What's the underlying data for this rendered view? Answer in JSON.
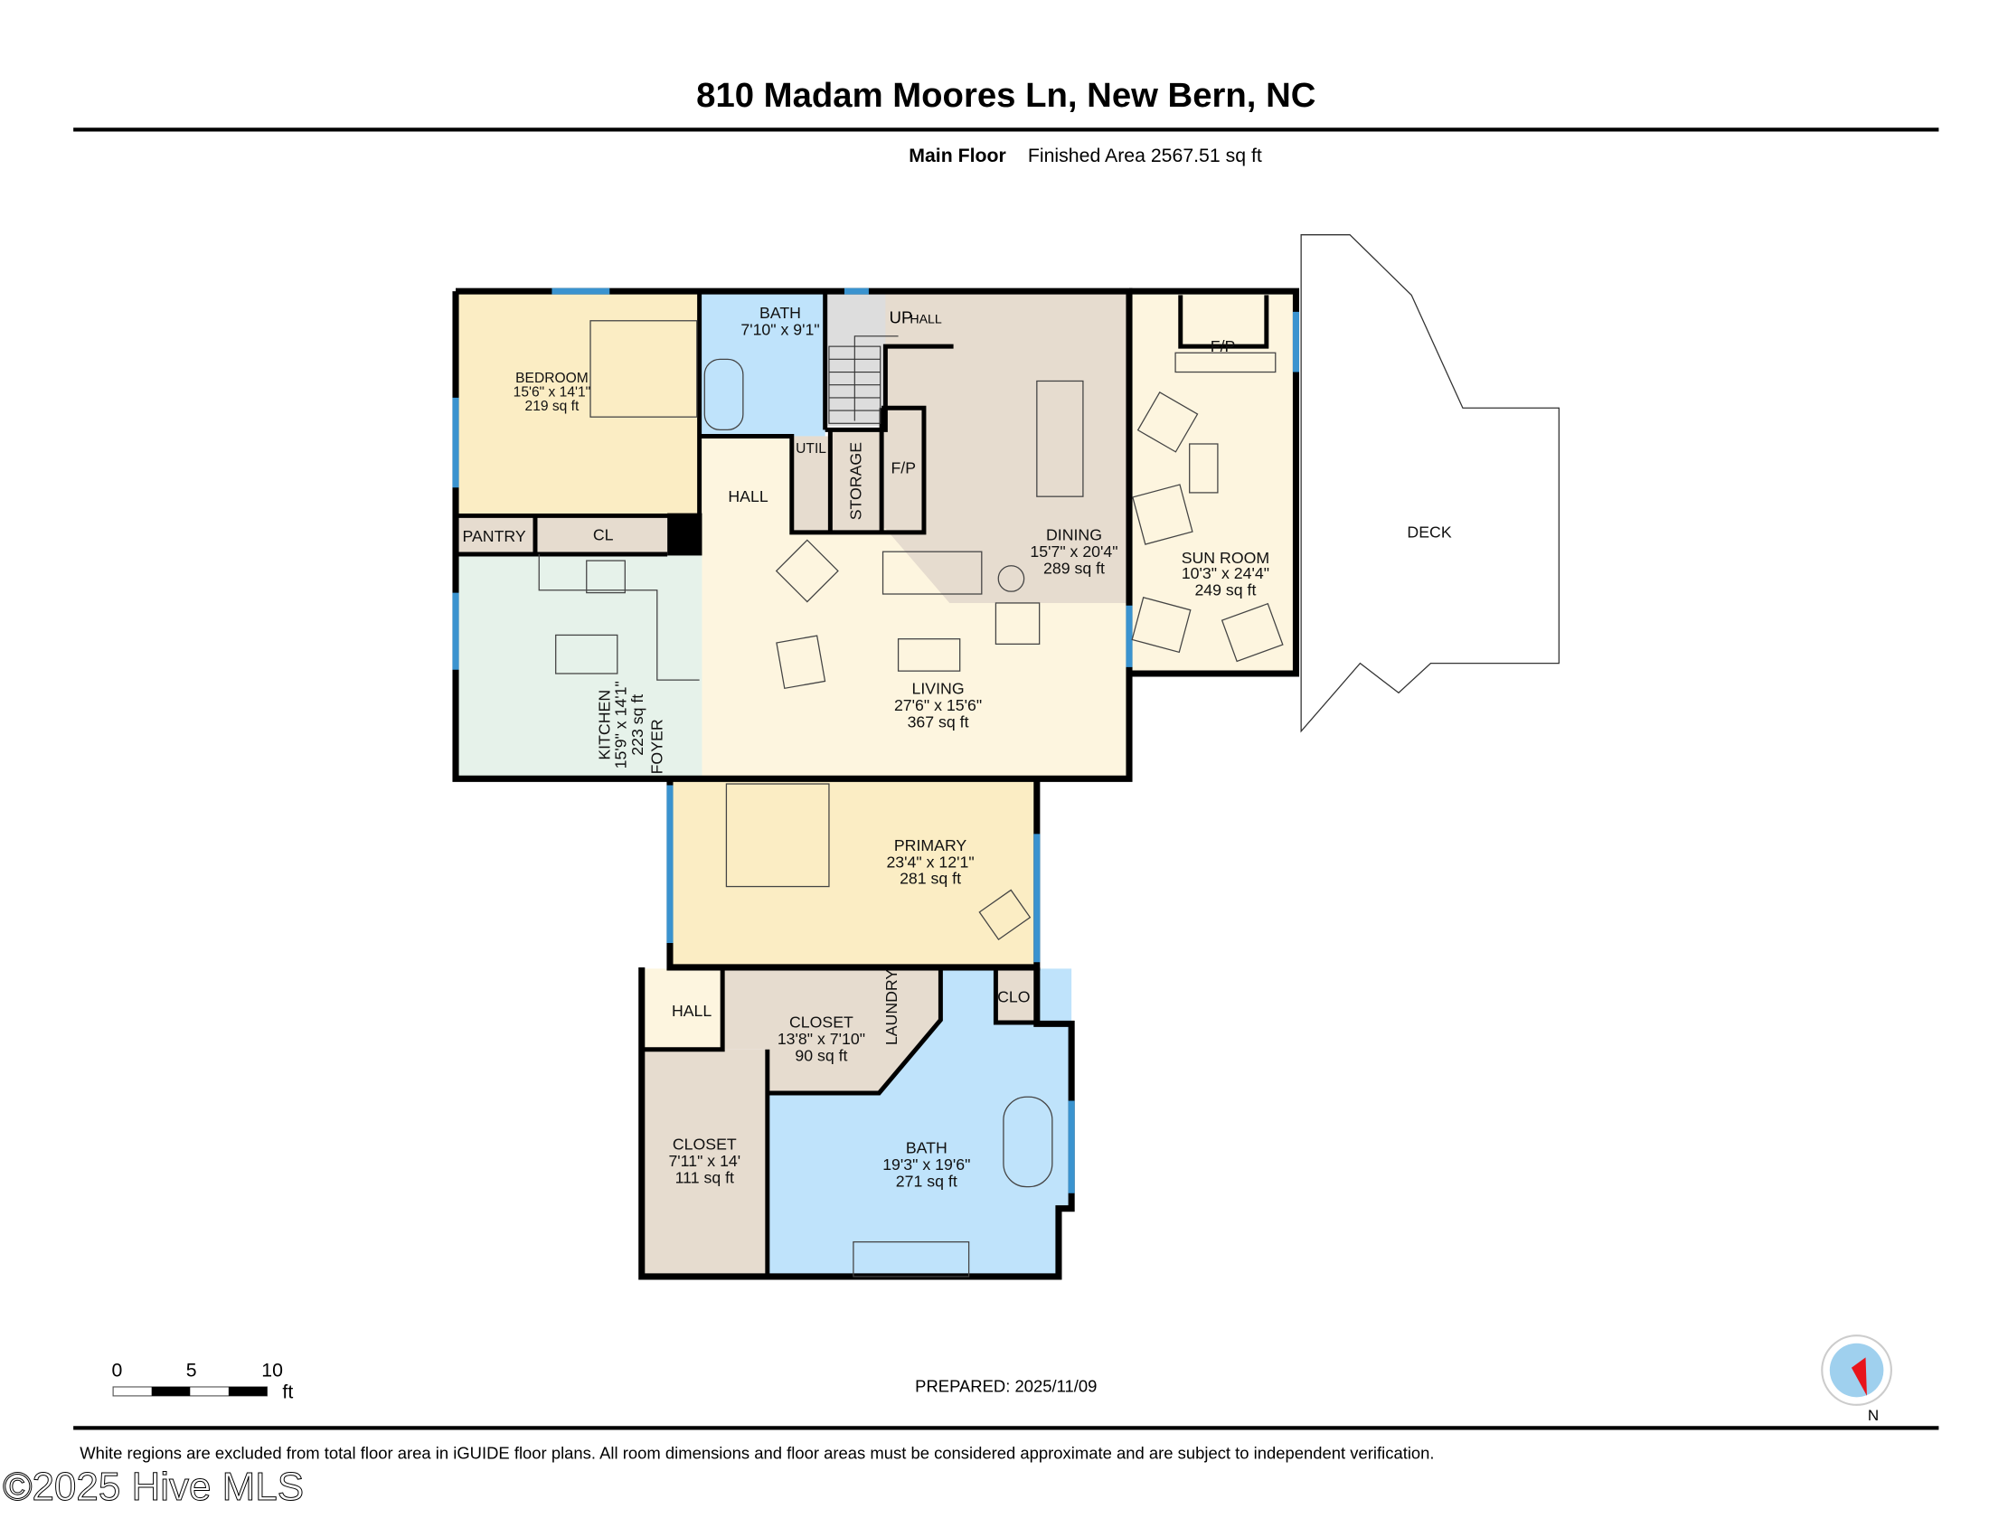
{
  "header": {
    "title": "810 Madam Moores Ln, New Bern, NC",
    "floor_name": "Main Floor",
    "finished_area": "Finished Area 2567.51 sq ft"
  },
  "rooms": [
    {
      "name": "BEDROOM",
      "dims": "15'6\" x 14'1\"",
      "area": "219 sq ft"
    },
    {
      "name": "BATH",
      "dims": "7'10\" x 9'1\""
    },
    {
      "name": "UP",
      "sub": "HALL"
    },
    {
      "name": "HALL"
    },
    {
      "name": "UTIL"
    },
    {
      "name": "STORAGE"
    },
    {
      "name": "F/P"
    },
    {
      "name": "PANTRY"
    },
    {
      "name": "CL"
    },
    {
      "name": "DINING",
      "dims": "15'7\" x 20'4\"",
      "area": "289 sq ft"
    },
    {
      "name": "SUN ROOM",
      "dims": "10'3\" x 24'4\"",
      "area": "249 sq ft"
    },
    {
      "name": "F/P"
    },
    {
      "name": "DECK"
    },
    {
      "name": "KITCHEN",
      "dims": "15'9\" x 14'1\"",
      "area": "223 sq ft"
    },
    {
      "name": "FOYER"
    },
    {
      "name": "LIVING",
      "dims": "27'6\" x 15'6\"",
      "area": "367 sq ft"
    },
    {
      "name": "PRIMARY",
      "dims": "23'4\" x 12'1\"",
      "area": "281 sq ft"
    },
    {
      "name": "HALL"
    },
    {
      "name": "CLOSET",
      "dims": "13'8\" x 7'10\"",
      "area": "90 sq ft"
    },
    {
      "name": "LAUNDRY"
    },
    {
      "name": "CLO"
    },
    {
      "name": "CLOSET",
      "dims": "7'11\" x 14'",
      "area": "111 sq ft"
    },
    {
      "name": "BATH",
      "dims": "19'3\" x 19'6\"",
      "area": "271 sq ft"
    }
  ],
  "scale_bar": {
    "ticks": [
      "0",
      "5",
      "10"
    ],
    "unit": "ft"
  },
  "prepared": "PREPARED: 2025/11/09",
  "compass": {
    "label": "N",
    "icon": "compass-icon"
  },
  "disclaimer": "White regions are excluded from total floor area in iGUIDE floor plans. All room dimensions and floor areas must be considered approximate and are subject to independent verification.",
  "watermark": "©2025 Hive MLS",
  "colors": {
    "bedroom": "#fbedc4",
    "bath": "#bfe3fb",
    "living": "#fdf5df",
    "kitchen": "#e6f2ea",
    "storage": "#e6dccf",
    "window": "#3a93cf",
    "compass_pointer": "#e8141b"
  }
}
